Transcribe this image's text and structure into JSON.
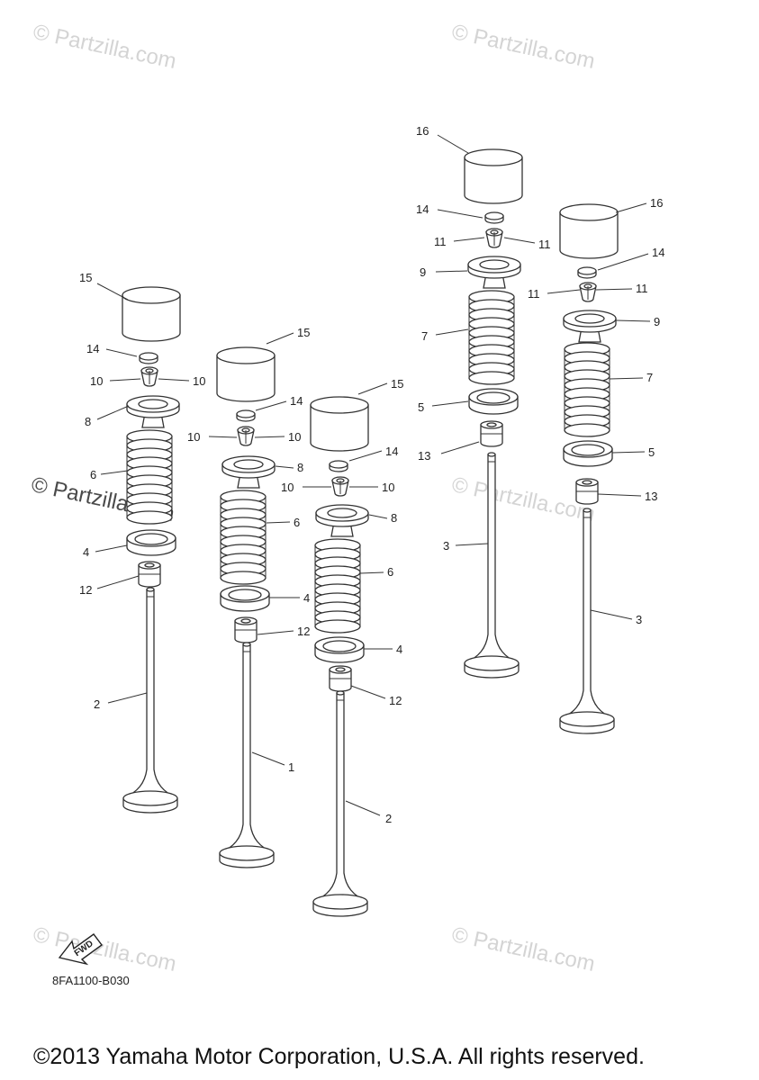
{
  "watermarks": [
    "© Partzilla.com",
    "© Partzilla.com",
    "© Partzilla.com",
    "© Partzilla.com",
    "© Partzilla.com",
    "© Partzilla.com"
  ],
  "diagram_code": "8FA1100-B030",
  "copyright": "©2013 Yamaha Motor Corporation, U.S.A. All rights reserved.",
  "fwd_label": "FWD",
  "callouts": {
    "a": {
      "c15": "15",
      "c14": "14",
      "c10a": "10",
      "c10b": "10",
      "c8": "8",
      "c6": "6",
      "c4": "4",
      "c12": "12",
      "c2": "2"
    },
    "b": {
      "c15": "15",
      "c14": "14",
      "c10a": "10",
      "c10b": "10",
      "c8": "8",
      "c6": "6",
      "c4": "4",
      "c12": "12",
      "c1": "1"
    },
    "c": {
      "c15": "15",
      "c14": "14",
      "c10a": "10",
      "c10b": "10",
      "c8": "8",
      "c6": "6",
      "c4": "4",
      "c12": "12",
      "c2": "2"
    },
    "d": {
      "c16": "16",
      "c14": "14",
      "c11a": "11",
      "c11b": "11",
      "c9": "9",
      "c7": "7",
      "c5": "5",
      "c13": "13",
      "c3": "3"
    },
    "e": {
      "c16": "16",
      "c14": "14",
      "c11a": "11",
      "c11b": "11",
      "c9": "9",
      "c7": "7",
      "c5": "5",
      "c13": "13",
      "c3": "3"
    }
  }
}
